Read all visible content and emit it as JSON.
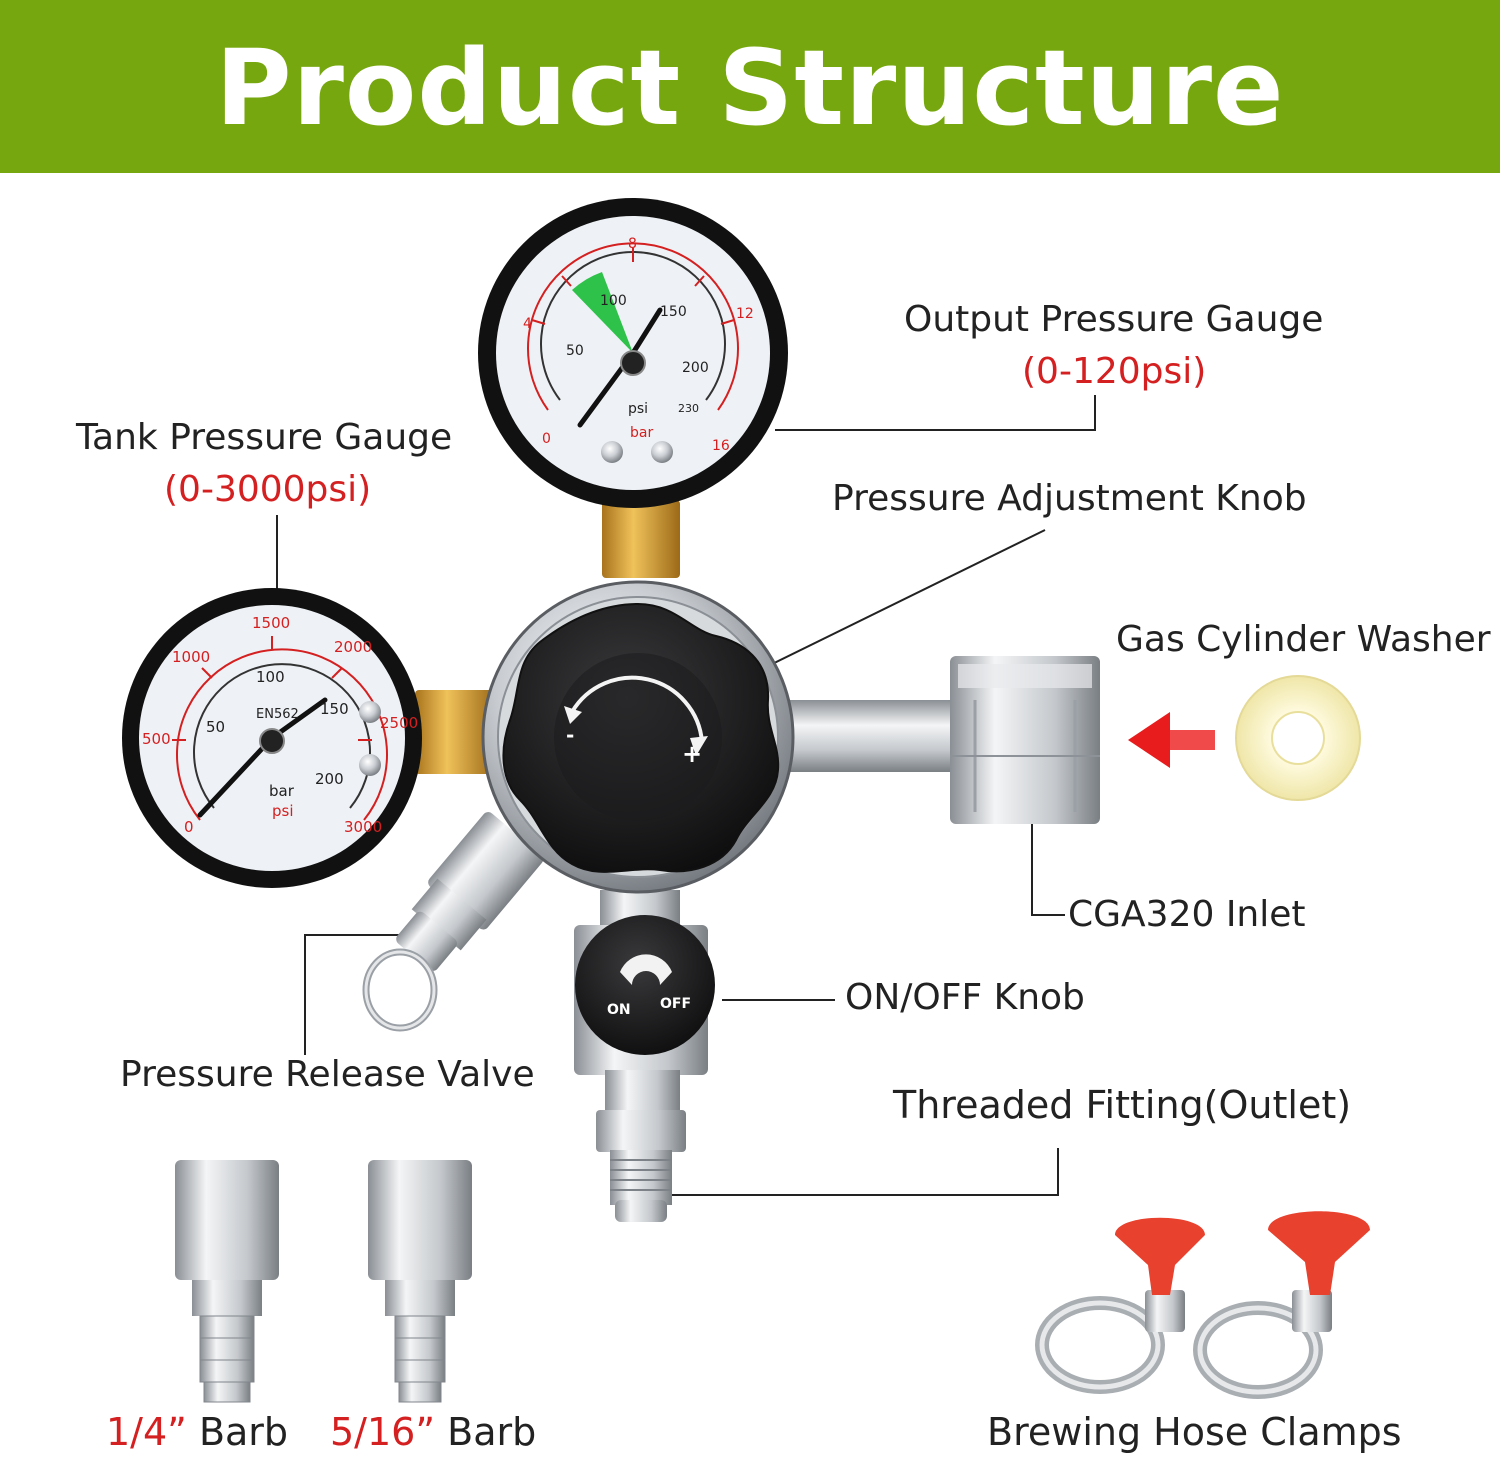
{
  "header": {
    "title": "Product Structure",
    "background": "#77a70f"
  },
  "labels": {
    "output_gauge": "Output Pressure Gauge",
    "output_range": "(0-120psi)",
    "tank_gauge": "Tank Pressure Gauge",
    "tank_range": "(0-3000psi)",
    "adjust_knob": "Pressure Adjustment Knob",
    "washer": "Gas Cylinder Washer",
    "inlet": "CGA320 Inlet",
    "on_off": "ON/OFF Knob",
    "release_valve": "Pressure Release Valve",
    "outlet": "Threaded Fitting(Outlet)",
    "barb_quarter_size": "1/4”",
    "barb_quarter_word": "Barb",
    "barb_fivesixteenth_size": "5/16”",
    "barb_fivesixteenth_word": "Barb",
    "clamps": "Brewing Hose Clamps"
  },
  "output_gauge_face": {
    "psi_ticks": [
      "50",
      "100",
      "150",
      "200",
      "230"
    ],
    "bar_ticks": [
      "0",
      "4",
      "8",
      "12",
      "16"
    ],
    "unit_psi": "psi",
    "unit_bar": "bar"
  },
  "tank_gauge_face": {
    "psi_ticks": [
      "0",
      "500",
      "1000",
      "1500",
      "2000",
      "2500",
      "3000"
    ],
    "bar_ticks": [
      "50",
      "100",
      "150",
      "200"
    ],
    "brand": "EN562",
    "unit_bar": "bar",
    "unit_psi": "psi"
  },
  "valve_face": {
    "on": "ON",
    "off": "OFF",
    "minus": "-",
    "plus": "+"
  },
  "colors": {
    "accent_red": "#d42020",
    "green_band": "#2fc24a",
    "clamp_red": "#e8412e"
  }
}
